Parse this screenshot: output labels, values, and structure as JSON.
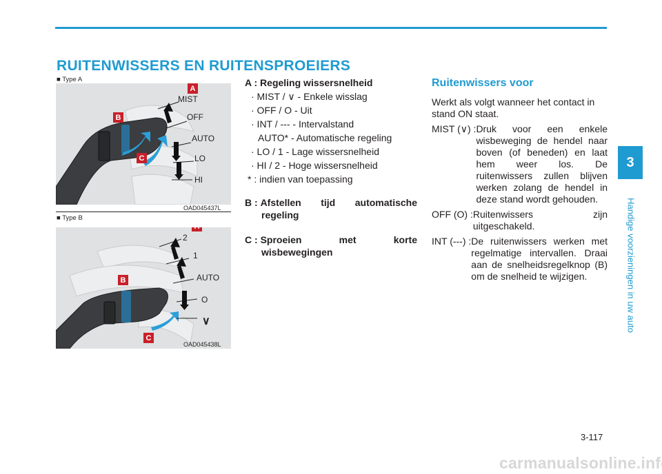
{
  "header": {
    "section_title": "RUITENWISSERS EN RUITENSPROEIERS"
  },
  "chapter": {
    "number": "3",
    "title": "Handige voorzieningen in uw auto"
  },
  "figures": {
    "type_a": {
      "label": "■ Type A",
      "code": "OAD045437L",
      "callouts": {
        "a": "A",
        "b": "B",
        "c": "C"
      },
      "positions": [
        "MIST",
        "OFF",
        "AUTO",
        "LO",
        "HI"
      ]
    },
    "type_b": {
      "label": "■ Type B",
      "code": "OAD045438L",
      "callouts": {
        "a": "A",
        "b": "B",
        "c": "C"
      },
      "positions": [
        "2",
        "1",
        "AUTO",
        "O",
        "∨"
      ]
    }
  },
  "middle": {
    "a_key": "A :",
    "a_text": "Regeling wissersnelheid",
    "a_items": [
      "· MIST / ∨ - Enkele wisslag",
      "· OFF / O - Uit",
      "· INT / --- - Intervalstand",
      "AUTO* - Automatische regeling",
      "· LO / 1 - Lage wissersnelheid",
      "· HI / 2 - Hoge wissersnelheid",
      "* : indien van toepassing"
    ],
    "b_key": "B :",
    "b_line1": "Afstellen tijd automatische",
    "b_line2": "regeling",
    "c_key": "C :",
    "c_line1": "Sproeien met korte",
    "c_line2": "wisbewegingen"
  },
  "right": {
    "heading": "Ruitenwissers voor",
    "intro": "Werkt als volgt wanneer het contact in stand ON staat.",
    "definitions": [
      {
        "term": "MIST (∨) : ",
        "desc": "Druk voor een enkele wisbeweging de hendel naar boven (of beneden) en laat hem weer los. De ruitenwissers zullen blijven werken zolang de hendel in deze stand wordt gehouden."
      },
      {
        "term": "OFF (O) : ",
        "desc": "Ruitenwissers zijn uitgeschakeld."
      },
      {
        "term": "INT (---) : ",
        "desc": "De ruitenwissers werken met regelmatige intervallen. Draai aan de snelheidsregelknop (B) om de snelheid te wijzigen."
      }
    ]
  },
  "footer": {
    "page_number": "3-117",
    "watermark": "carmanualsonline.info"
  }
}
